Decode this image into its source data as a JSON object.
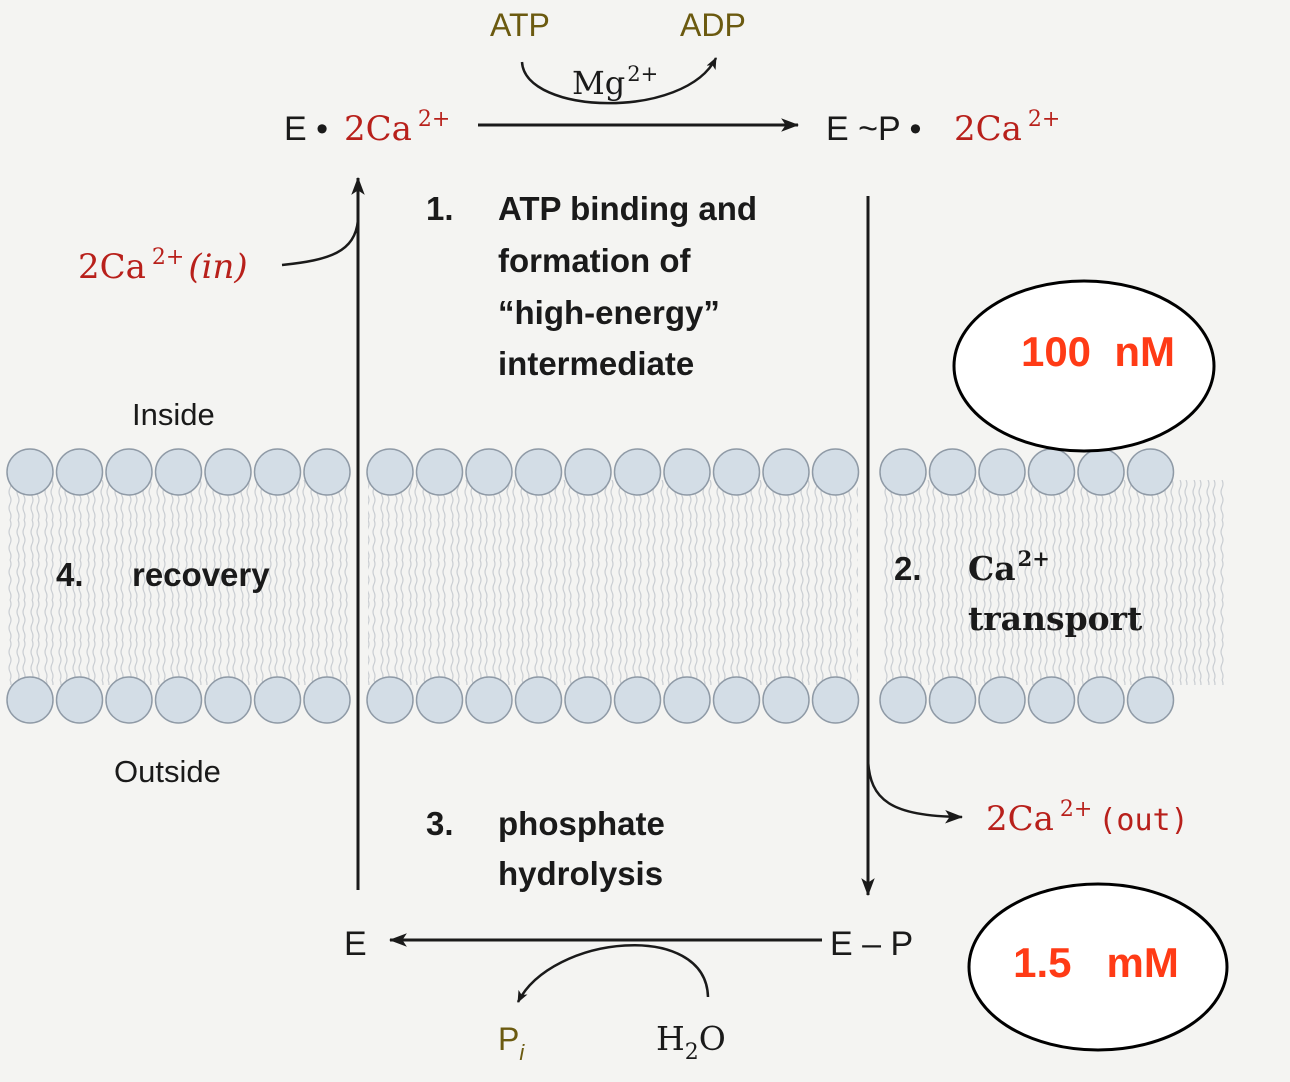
{
  "top_reaction": {
    "left_species_e": "E",
    "left_species_dot": "•",
    "left_species_ca": "2Ca",
    "charge": "2+",
    "right_species_e": "E ~P",
    "right_species_dot": "•",
    "right_species_ca": "2Ca",
    "atp": "ATP",
    "adp": "ADP",
    "mg": "Mg",
    "mg_charge": "2+"
  },
  "bottom_reaction": {
    "left_species": "E",
    "right_species": "E – P",
    "pi": "P",
    "pi_sub": "i",
    "water_h": "H",
    "water_sub": "2",
    "water_o": "O"
  },
  "calcium": {
    "in_ca": "2Ca",
    "in_charge": "2+",
    "in_label": "(in)",
    "out_ca": "2Ca",
    "out_charge": "2+",
    "out_label": "(out)"
  },
  "membrane": {
    "inside": "Inside",
    "outside": "Outside"
  },
  "steps": {
    "step1_num": "1.",
    "step1_lines": [
      "ATP binding and",
      "formation of",
      "“high-energy”",
      "intermediate"
    ],
    "step2_num": "2.",
    "step2_ca": "Ca",
    "step2_charge": "2+",
    "step2_line2": "transport",
    "step3_num": "3.",
    "step3_lines": [
      "phosphate",
      "hydrolysis"
    ],
    "step4_num": "4.",
    "step4_label": "recovery"
  },
  "annotations": {
    "inside_conc": "100  nM",
    "outside_conc": "1.5   mM",
    "color": "#ff3b16"
  },
  "colors": {
    "calcium_red": "#b8201b",
    "membrane_head": "#d3dde6",
    "annotation_orange": "#ff3b16"
  }
}
